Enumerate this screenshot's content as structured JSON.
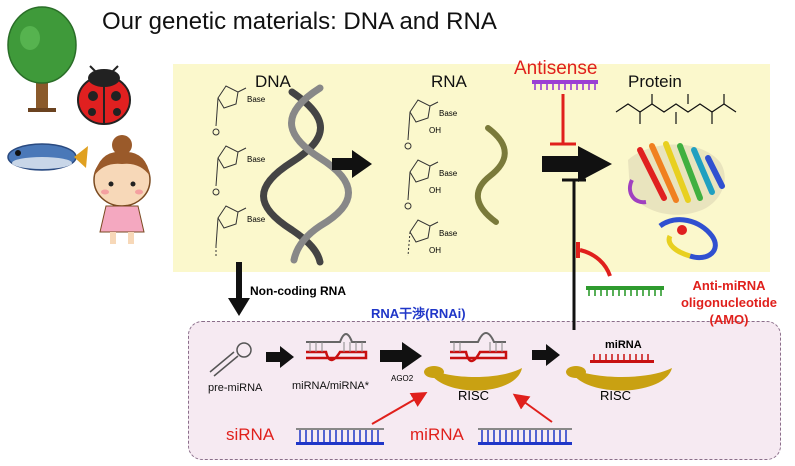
{
  "title": "Our genetic materials: DNA and RNA",
  "top": {
    "dna_label": "DNA",
    "rna_label": "RNA",
    "protein_label": "Protein",
    "antisense_label": "Antisense",
    "base_label": "Base",
    "oh_label": "OH"
  },
  "ncrna_label": "Non-coding RNA",
  "rnai_label": "RNA干渉(RNAi)",
  "amo": {
    "line1": "Anti-miRNA",
    "line2": "oligonucleotide",
    "line3": "(AMO)"
  },
  "bottom": {
    "pre_mirna": "pre-miRNA",
    "mirna_duplex": "miRNA/miRNA*",
    "ago2": "AGO2",
    "risc1": "RISC",
    "risc2": "RISC",
    "mirna_risc": "miRNA",
    "sirna": "siRNA",
    "mirna": "miRNA"
  },
  "colors": {
    "panel_top": "#fbf8cc",
    "panel_bottom": "#f6eaf2",
    "red": "#e0201c",
    "blue": "#1f36c8",
    "purple": "#9b3fd4",
    "green": "#2e9b2e",
    "risc_gold": "#c9a112"
  }
}
